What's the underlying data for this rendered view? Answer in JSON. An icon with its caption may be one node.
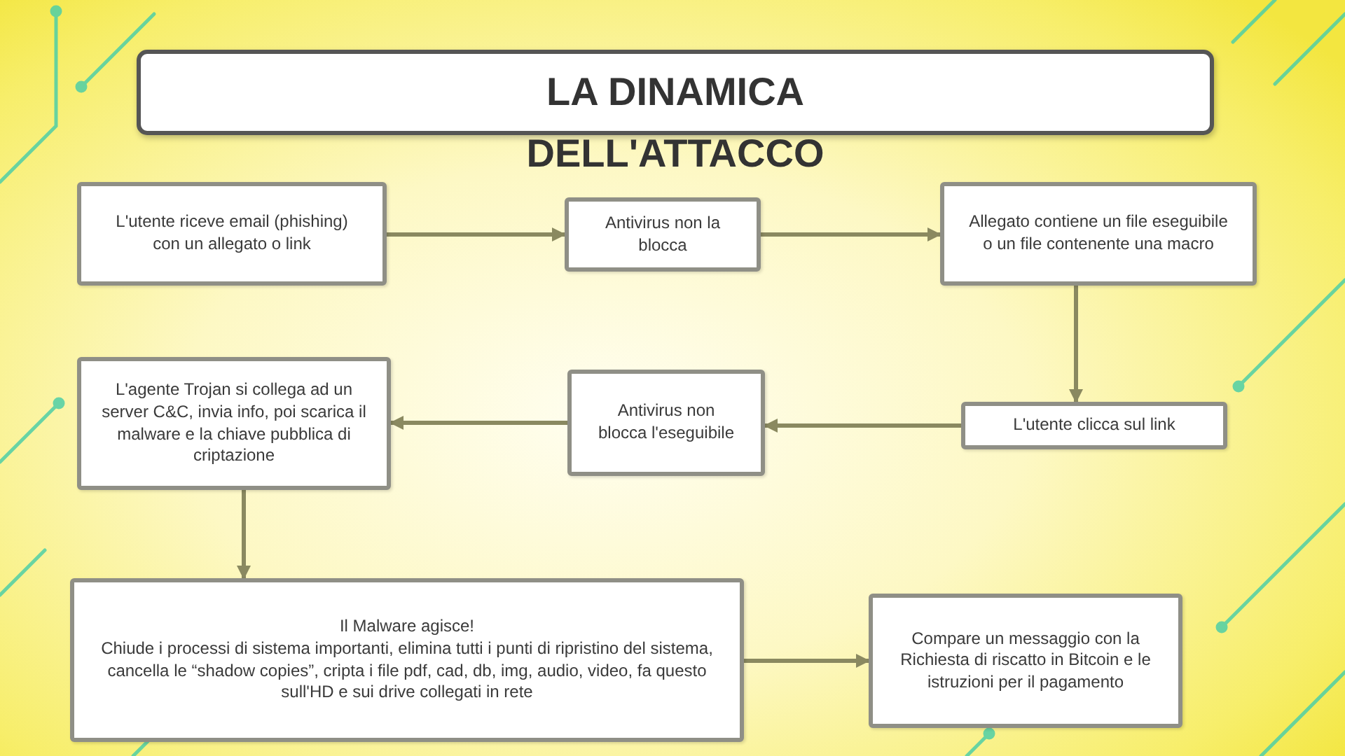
{
  "diagram": {
    "title": "LA DINAMICA DELL'ATTACCO",
    "nodes": [
      {
        "text": [
          "L'utente riceve email (phishing) con un allegato o link"
        ]
      },
      {
        "text": [
          "Antivirus non la blocca"
        ]
      },
      {
        "text": [
          "Allegato contiene un file eseguibile o un file contenente una macro"
        ]
      },
      {
        "text": [
          "L'utente clicca sul link"
        ]
      },
      {
        "text": [
          "Antivirus non blocca l'eseguibile"
        ]
      },
      {
        "text": [
          "L'agente Trojan si collega ad un server C&C, invia info, poi scarica il malware e la chiave pubblica di criptazione"
        ]
      },
      {
        "text": [
          "Il Malware agisce!",
          "Chiude i processi di sistema importanti, elimina tutti i punti di ripristino del sistema, cancella le “shadow copies”, cripta i file pdf, cad, db, img, audio, video, fa questo sull'HD e sui drive collegati in rete"
        ]
      },
      {
        "text": [
          "Compare un messaggio con la Richiesta di riscatto in Bitcoin e le istruzioni per il pagamento"
        ]
      }
    ],
    "edges": [
      {
        "from": 0,
        "to": 1,
        "arrow": "to"
      },
      {
        "from": 1,
        "to": 2,
        "arrow": "to"
      },
      {
        "from": 2,
        "to": 3,
        "arrow": "to"
      },
      {
        "from": 3,
        "to": 4,
        "arrow": "to"
      },
      {
        "from": 4,
        "to": 5,
        "arrow": "to"
      },
      {
        "from": 5,
        "to": 6,
        "arrow": "to"
      },
      {
        "from": 6,
        "to": 7,
        "arrow": "to"
      }
    ]
  }
}
